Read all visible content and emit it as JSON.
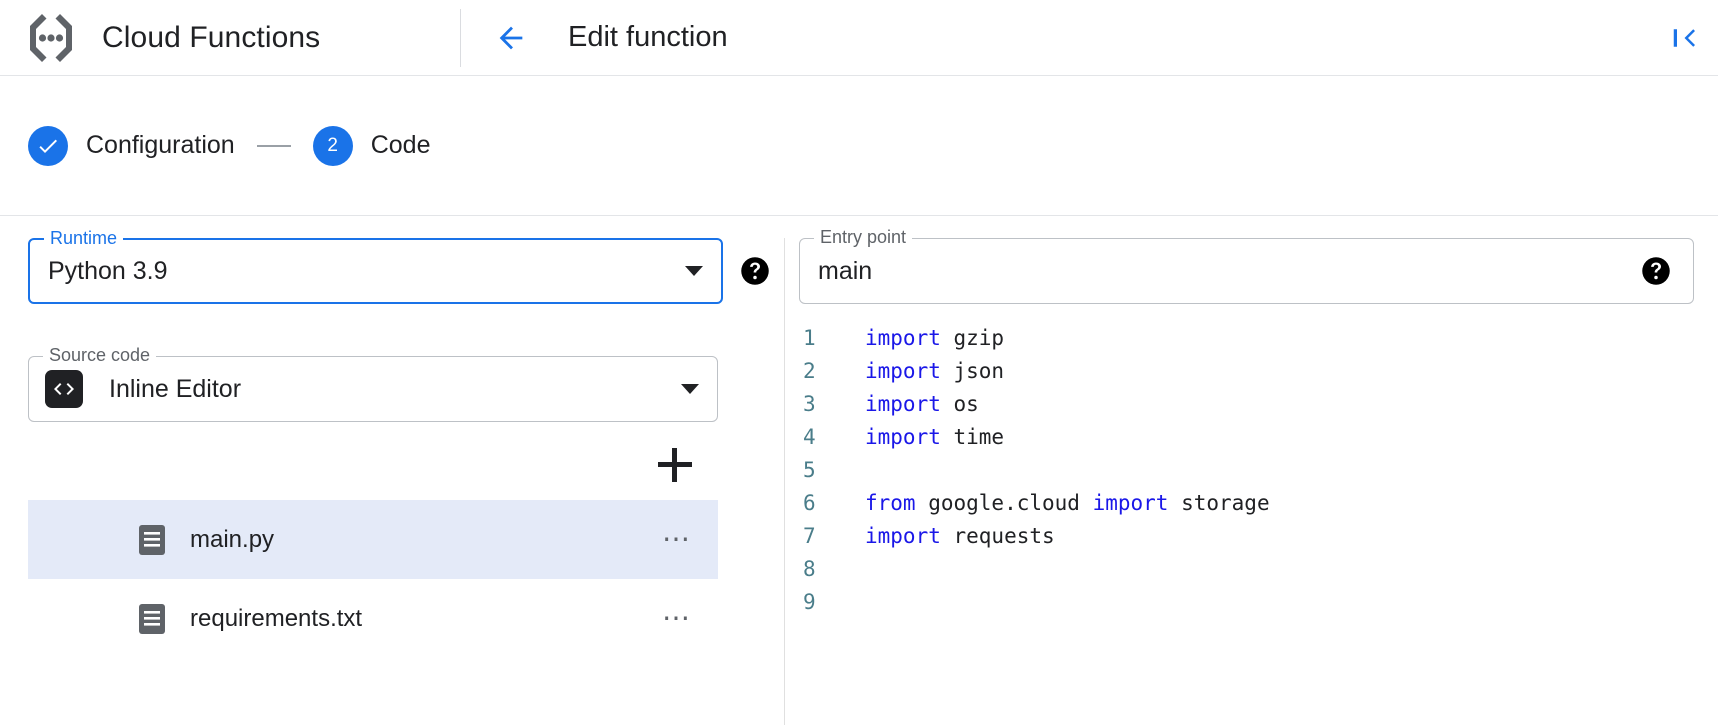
{
  "header": {
    "brand_title": "Cloud Functions",
    "brand_logo_icon": "cloud-functions-logo",
    "back_icon": "arrow-left-icon",
    "page_title": "Edit function",
    "collapse_icon": "collapse-panel-left-icon"
  },
  "stepper": {
    "steps": [
      {
        "label": "Configuration",
        "state": "completed",
        "icon": "check-icon"
      },
      {
        "label": "Code",
        "state": "active",
        "number": "2"
      }
    ]
  },
  "form": {
    "runtime": {
      "label": "Runtime",
      "value": "Python 3.9",
      "focused": true,
      "help_icon": "help-filled-icon",
      "caret_icon": "chevron-down-icon"
    },
    "entry_point": {
      "label": "Entry point",
      "value": "main",
      "help_icon": "help-filled-icon"
    },
    "source_code": {
      "label": "Source code",
      "value": "Inline Editor",
      "badge_icon": "code-brackets-icon",
      "caret_icon": "chevron-down-icon"
    }
  },
  "files": {
    "add_button_icon": "plus-icon",
    "menu_glyph": "⋯",
    "items": [
      {
        "name": "main.py",
        "selected": true,
        "icon": "file-icon"
      },
      {
        "name": "requirements.txt",
        "selected": false,
        "icon": "file-icon"
      }
    ]
  },
  "editor": {
    "lines": [
      {
        "num": "1",
        "tokens": [
          {
            "t": "import",
            "c": "kw"
          },
          {
            "t": " gzip",
            "c": "id"
          }
        ]
      },
      {
        "num": "2",
        "tokens": [
          {
            "t": "import",
            "c": "kw"
          },
          {
            "t": " json",
            "c": "id"
          }
        ]
      },
      {
        "num": "3",
        "tokens": [
          {
            "t": "import",
            "c": "kw"
          },
          {
            "t": " os",
            "c": "id"
          }
        ]
      },
      {
        "num": "4",
        "tokens": [
          {
            "t": "import",
            "c": "kw"
          },
          {
            "t": " time",
            "c": "id"
          }
        ]
      },
      {
        "num": "5",
        "tokens": []
      },
      {
        "num": "6",
        "tokens": [
          {
            "t": "from",
            "c": "kw"
          },
          {
            "t": " google.cloud ",
            "c": "id"
          },
          {
            "t": "import",
            "c": "kw"
          },
          {
            "t": " storage",
            "c": "id"
          }
        ]
      },
      {
        "num": "7",
        "tokens": [
          {
            "t": "import",
            "c": "kw"
          },
          {
            "t": " requests",
            "c": "id"
          }
        ]
      },
      {
        "num": "8",
        "tokens": []
      },
      {
        "num": "9",
        "tokens": []
      }
    ]
  },
  "colors": {
    "accent": "#1a73e8",
    "keyword": "#1a17e8",
    "selected_row": "#e4eaf8",
    "line_number": "#4a7d8a"
  }
}
